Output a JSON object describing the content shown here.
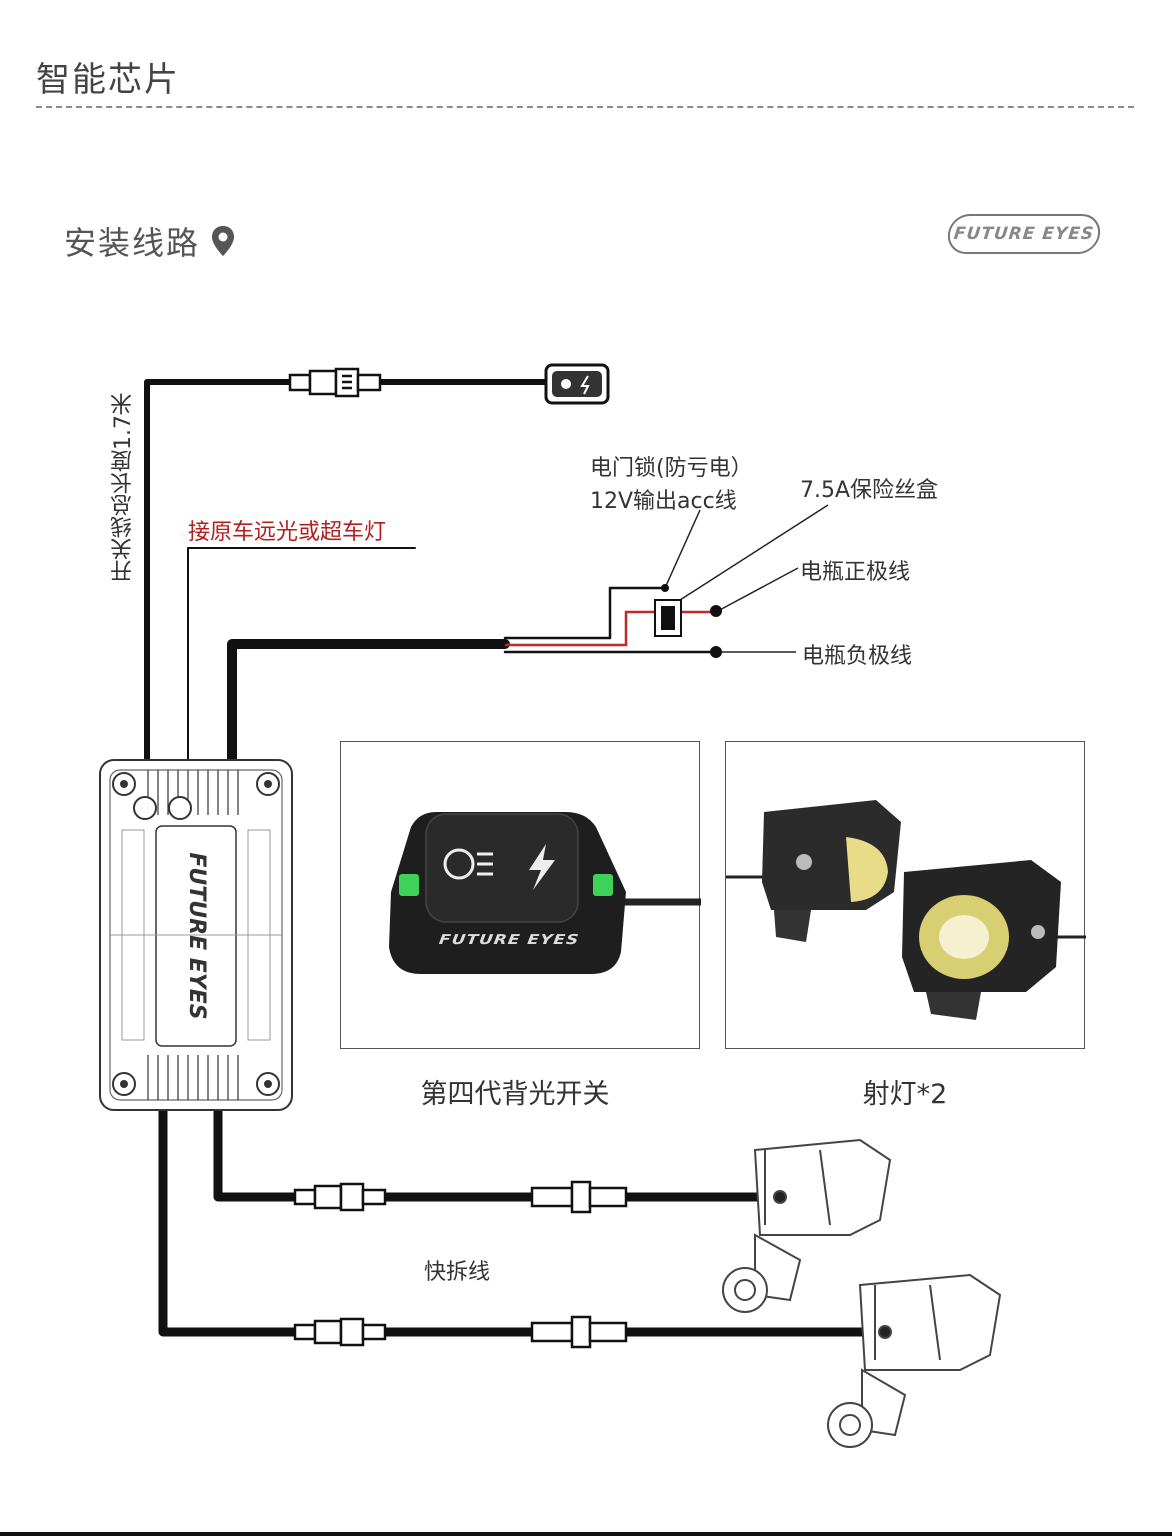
{
  "header": {
    "title": "智能芯片"
  },
  "section": {
    "title": "安装线路",
    "location_icon": "map-pin-icon"
  },
  "brand": {
    "logo_text": "FUTURE EYES"
  },
  "labels": {
    "switch_length": "开关线总长度1.7米",
    "high_beam": "接原车远光或超车灯",
    "ignition_line1": "电门锁(防亏电）",
    "ignition_line2": "12V输出acc线",
    "fuse_box": "7.5A保险丝盒",
    "battery_pos": "电瓶正极线",
    "battery_neg": "电瓶负极线",
    "quick_release": "快拆线"
  },
  "panels": [
    {
      "caption": "第四代背光开关",
      "product_text": "FUTURE EYES"
    },
    {
      "caption": "射灯*2"
    }
  ],
  "controller": {
    "logo_text": "FUTURE EYES"
  },
  "colors": {
    "wire": "#111111",
    "red_wire": "#c0282a",
    "text": "#333333",
    "accent_green": "#3fd25a"
  }
}
